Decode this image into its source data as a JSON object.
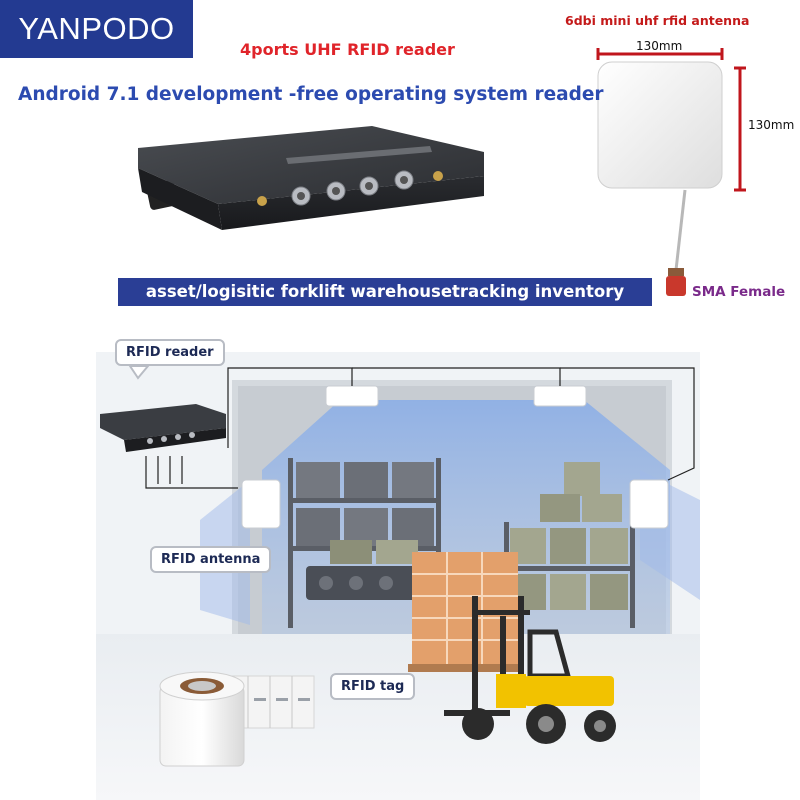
{
  "brand": "YANPODO",
  "reader_title": "4ports UHF RFID reader",
  "os_line": "Android 7.1 development -free operating system reader",
  "antenna": {
    "title": "6dbi mini uhf rfid antenna",
    "width_label": "130mm",
    "height_label": "130mm",
    "connector_label": "SMA Female"
  },
  "banner": "asset/logisitic forklift warehousetracking inventory",
  "scene_labels": {
    "reader": "RFID reader",
    "antenna": "RFID antenna",
    "tag": "RFID tag"
  },
  "colors": {
    "brand_bg": "#233a91",
    "reader_title": "#e0242a",
    "os_line": "#2c4bb0",
    "antenna_title": "#c41a1a",
    "sma_label": "#7a2a8a",
    "banner_bg": "#2a3e95",
    "dimension_line": "#c0161c",
    "forklift": "#f2c200"
  }
}
